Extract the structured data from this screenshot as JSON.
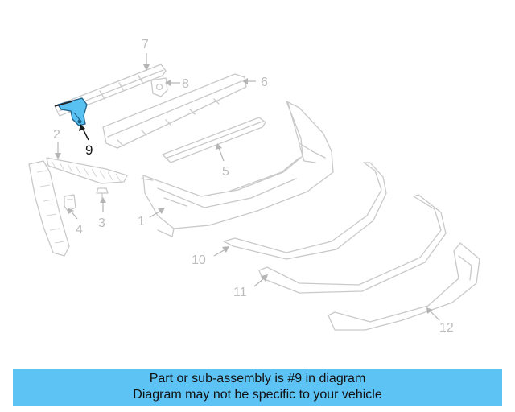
{
  "callouts": {
    "c1": "1",
    "c2": "2",
    "c3": "3",
    "c4": "4",
    "c5": "5",
    "c6": "6",
    "c7": "7",
    "c8": "8",
    "c9": "9",
    "c10": "10",
    "c11": "11",
    "c12": "12"
  },
  "highlight": {
    "part_number": "9",
    "color": "#59c0f2"
  },
  "banner": {
    "line1": "Part or sub-assembly is #9 in diagram",
    "line2": "Diagram may not be specific to your vehicle",
    "background": "#5cc3f4"
  }
}
